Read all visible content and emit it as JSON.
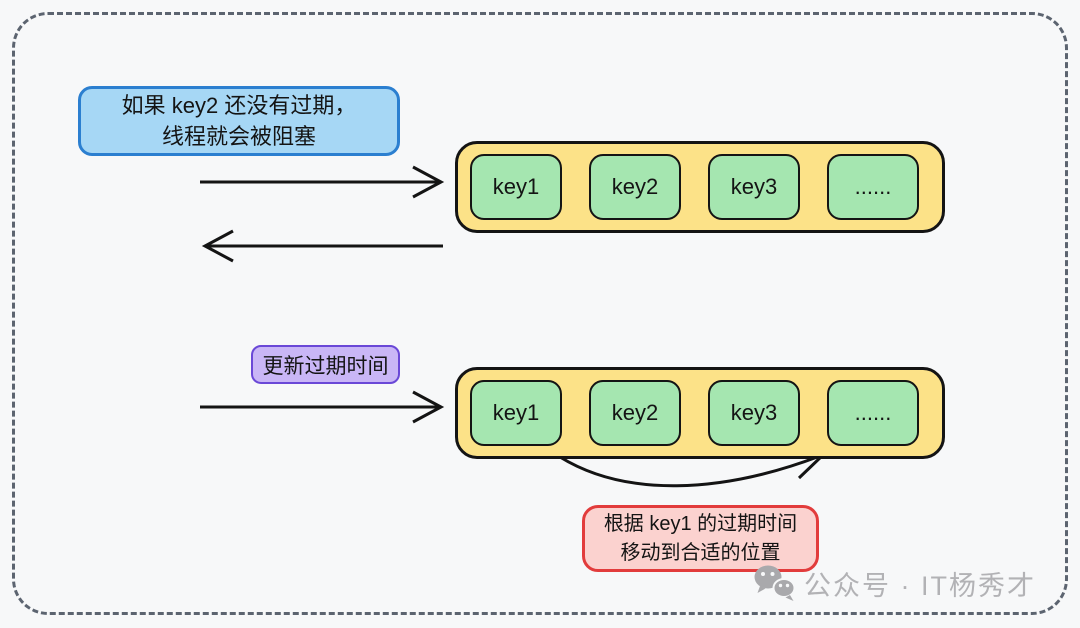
{
  "canvas": {
    "background": "#f7f8f9",
    "frame_color": "#5c6470"
  },
  "callouts": {
    "blocked": {
      "line1": "如果 key2 还没有过期，",
      "line2": "线程就会被阻塞",
      "fill": "#a6d7f5",
      "border": "#2b7fd0"
    },
    "update": {
      "label": "更新过期时间",
      "fill": "#c9b6f6",
      "border": "#6a48d7"
    },
    "move": {
      "line1": "根据 key1 的过期时间",
      "line2": "移动到合适的位置",
      "fill": "#fbd2cf",
      "border": "#e23c3c"
    }
  },
  "queues": {
    "container_fill": "#fce288",
    "container_border": "#141414",
    "item_fill": "#a5e6b0",
    "item_border": "#141414",
    "row1": {
      "items": [
        "key1",
        "key2",
        "key3",
        "......"
      ]
    },
    "row2": {
      "items": [
        "key1",
        "key2",
        "key3",
        "......"
      ]
    }
  },
  "arrows": {
    "color": "#141414"
  },
  "watermark": {
    "icon": "wechat-icon",
    "text": "公众号 · IT杨秀才",
    "color": "#b2b2b5"
  }
}
